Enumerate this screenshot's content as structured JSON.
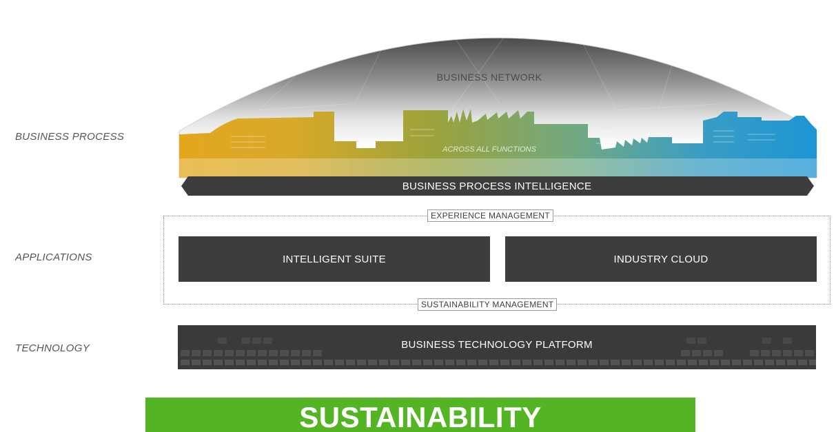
{
  "row_labels": {
    "business_process": "BUSINESS PROCESS",
    "applications": "APPLICATIONS",
    "technology": "TECHNOLOGY"
  },
  "business_network": {
    "title": "BUSINESS NETWORK",
    "subtitle": "ACROSS ALL FUNCTIONS"
  },
  "business_process_intelligence": "BUSINESS PROCESS INTELLIGENCE",
  "applications": {
    "experience_tag": "EXPERIENCE MANAGEMENT",
    "sustainability_tag": "SUSTAINABILITY MANAGEMENT",
    "intelligent_suite": "INTELLIGENT SUITE",
    "industry_cloud": "INDUSTRY CLOUD"
  },
  "technology_platform": "BUSINESS TECHNOLOGY PLATFORM",
  "banner": "SUSTAINABILITY",
  "colors": {
    "dark_box": "#3d3d3d",
    "banner_green": "#54b524",
    "skyline_gold": "#e3a71e",
    "skyline_olive": "#9aa33c",
    "skyline_blue": "#1d95d4"
  }
}
